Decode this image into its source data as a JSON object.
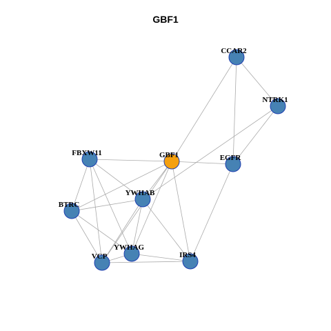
{
  "title": "GBF1",
  "colors": {
    "hub": "#f5a00f",
    "node": "#4682b4",
    "node_border": "#1f3fb0",
    "edge": "#aaaaaa"
  },
  "nodes": [
    {
      "id": "GBF1",
      "label": "GBF1",
      "hub": true
    },
    {
      "id": "CCAR2",
      "label": "CCAR2",
      "hub": false
    },
    {
      "id": "NTRK1",
      "label": "NTRK1",
      "hub": false
    },
    {
      "id": "EGFR",
      "label": "EGFR",
      "hub": false
    },
    {
      "id": "FBXW11",
      "label": "FBXW11",
      "hub": false
    },
    {
      "id": "YWHAB",
      "label": "YWHAB",
      "hub": false
    },
    {
      "id": "BTRC",
      "label": "BTRC",
      "hub": false
    },
    {
      "id": "YWHAG",
      "label": "YWHAG",
      "hub": false
    },
    {
      "id": "VCP",
      "label": "VCP",
      "hub": false
    },
    {
      "id": "IRS4",
      "label": "IRS4",
      "hub": false
    }
  ],
  "edges": [
    [
      "GBF1",
      "CCAR2"
    ],
    [
      "GBF1",
      "EGFR"
    ],
    [
      "GBF1",
      "FBXW11"
    ],
    [
      "GBF1",
      "BTRC"
    ],
    [
      "GBF1",
      "YWHAB"
    ],
    [
      "GBF1",
      "YWHAG"
    ],
    [
      "GBF1",
      "VCP"
    ],
    [
      "GBF1",
      "IRS4"
    ],
    [
      "CCAR2",
      "NTRK1"
    ],
    [
      "CCAR2",
      "EGFR"
    ],
    [
      "NTRK1",
      "EGFR"
    ],
    [
      "NTRK1",
      "YWHAB"
    ],
    [
      "EGFR",
      "IRS4"
    ],
    [
      "FBXW11",
      "BTRC"
    ],
    [
      "FBXW11",
      "YWHAB"
    ],
    [
      "FBXW11",
      "VCP"
    ],
    [
      "FBXW11",
      "YWHAG"
    ],
    [
      "BTRC",
      "YWHAB"
    ],
    [
      "BTRC",
      "VCP"
    ],
    [
      "BTRC",
      "YWHAG"
    ],
    [
      "YWHAB",
      "YWHAG"
    ],
    [
      "YWHAB",
      "VCP"
    ],
    [
      "YWHAB",
      "IRS4"
    ],
    [
      "YWHAG",
      "VCP"
    ],
    [
      "YWHAG",
      "IRS4"
    ],
    [
      "VCP",
      "IRS4"
    ]
  ]
}
